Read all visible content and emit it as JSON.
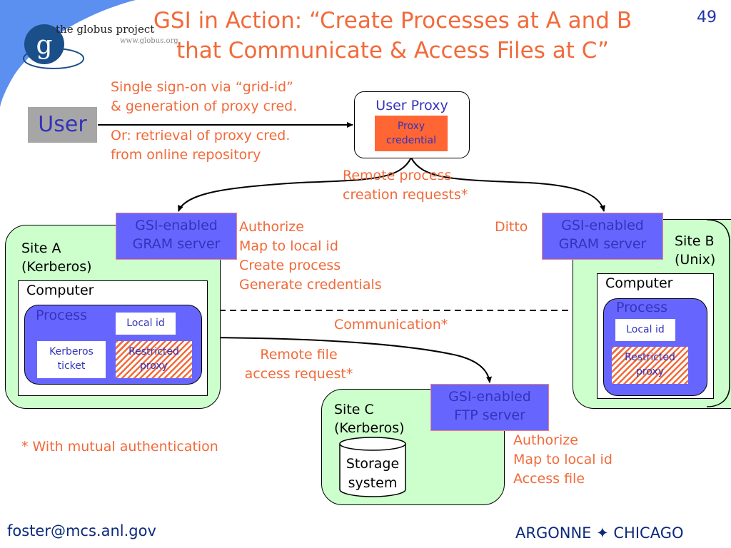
{
  "slide": {
    "title_line1": "GSI in Action: “Create Processes at A and B",
    "title_line2": "that Communicate & Access Files at C”",
    "page_number": "49"
  },
  "logo": {
    "icon": "globus-g-logo",
    "name": "the globus project",
    "url_text": "www.globus.org"
  },
  "user": {
    "label": "User"
  },
  "sso_note": {
    "line1": "Single sign-on via “grid-id”",
    "line2": "& generation of proxy cred.",
    "line3": "Or: retrieval of proxy cred.",
    "line4": "from online repository"
  },
  "user_proxy": {
    "title": "User Proxy",
    "credential_line1": "Proxy",
    "credential_line2": "credential"
  },
  "remote_process_note": {
    "line1": "Remote process",
    "line2": "creation requests*"
  },
  "site_a": {
    "label_line1": "Site A",
    "label_line2": "(Kerberos)",
    "server_line1": "GSI-enabled",
    "server_line2": "GRAM server",
    "actions": [
      "Authorize",
      "Map to local id",
      "Create process",
      "Generate credentials"
    ],
    "computer_label": "Computer",
    "process_label": "Process",
    "local_id": "Local id",
    "kerberos_line1": "Kerberos",
    "kerberos_line2": "ticket",
    "restricted_line1": "Restricted",
    "restricted_line2": "proxy"
  },
  "site_b": {
    "label_line1": "Site B",
    "label_line2": "(Unix)",
    "ditto": "Ditto",
    "server_line1": "GSI-enabled",
    "server_line2": "GRAM server",
    "computer_label": "Computer",
    "process_label": "Process",
    "local_id": "Local id",
    "restricted_line1": "Restricted",
    "restricted_line2": "proxy"
  },
  "communication_note": "Communication*",
  "remote_file_note": {
    "line1": "Remote file",
    "line2": "access request*"
  },
  "site_c": {
    "label_line1": "Site C",
    "label_line2": "(Kerberos)",
    "server_line1": "GSI-enabled",
    "server_line2": "FTP server",
    "storage_line1": "Storage",
    "storage_line2": "system",
    "actions": [
      "Authorize",
      "Map to local id",
      "Access file"
    ]
  },
  "footnote": "* With mutual authentication",
  "footer": {
    "email": "foster@mcs.anl.gov",
    "org": "ARGONNE ✦ CHICAGO"
  },
  "colors": {
    "title_orange": "#f26a3a",
    "server_blue": "#6666ff",
    "site_green": "#ccffcc",
    "credential_orange": "#ff6633",
    "text_navy": "#3333bb",
    "swoosh_blue": "#5b8ff0"
  }
}
